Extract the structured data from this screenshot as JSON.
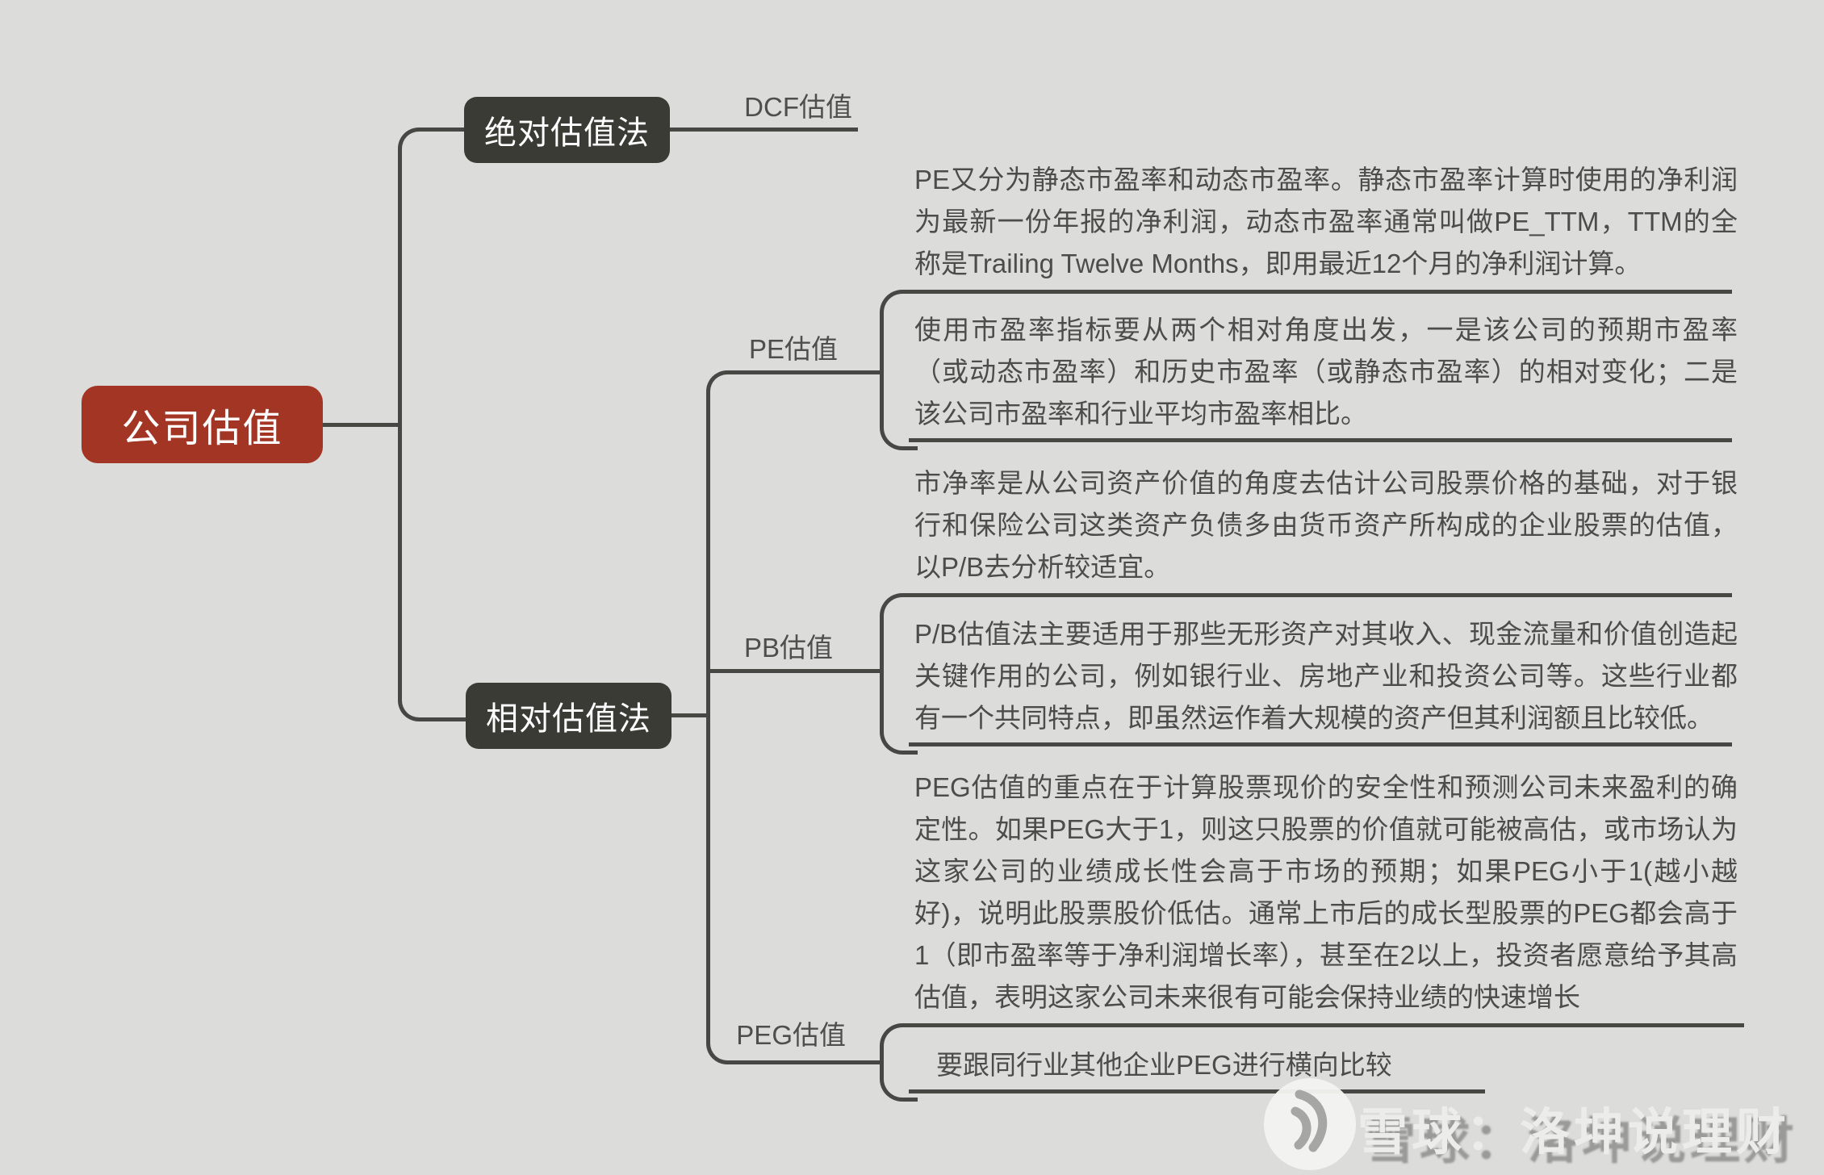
{
  "root": {
    "label": "公司估值"
  },
  "branches": {
    "absolute": {
      "label": "绝对估值法",
      "children": [
        {
          "label": "DCF估值",
          "notes": []
        }
      ]
    },
    "relative": {
      "label": "相对估值法",
      "children": [
        {
          "label": "PE估值",
          "notes": [
            "PE又分为静态市盈率和动态市盈率。静态市盈率计算时使用的净利润为最新一份年报的净利润，动态市盈率通常叫做PE_TTM，TTM的全称是Trailing Twelve Months，即用最近12个月的净利润计算。",
            "使用市盈率指标要从两个相对角度出发，一是该公司的预期市盈率（或动态市盈率）和历史市盈率（或静态市盈率）的相对变化；二是该公司市盈率和行业平均市盈率相比。"
          ]
        },
        {
          "label": "PB估值",
          "notes": [
            "市净率是从公司资产价值的角度去估计公司股票价格的基础，对于银行和保险公司这类资产负债多由货币资产所构成的企业股票的估值，以P/B去分析较适宜。",
            "P/B估值法主要适用于那些无形资产对其收入、现金流量和价值创造起关键作用的公司，例如银行业、房地产业和投资公司等。这些行业都有一个共同特点，即虽然运作着大规模的资产但其利润额且比较低。"
          ]
        },
        {
          "label": "PEG估值",
          "notes": [
            "PEG估值的重点在于计算股票现价的安全性和预测公司未来盈利的确定性。如果PEG大于1，则这只股票的价值就可能被高估，或市场认为这家公司的业绩成长性会高于市场的预期；如果PEG小于1(越小越好)，说明此股票股价低估。通常上市后的成长型股票的PEG都会高于1（即市盈率等于净利润增长率），甚至在2以上，投资者愿意给予其高估值，表明这家公司未来很有可能会保持业绩的快速增长",
            "要跟同行业其他企业PEG进行横向比较"
          ]
        }
      ]
    }
  },
  "watermark": {
    "text": "雪球：洛坤说理财",
    "logo": "xueqiu-snowball-logo"
  },
  "colors": {
    "background": "#dcdcdb",
    "root_node": "#a33524",
    "topic_node": "#3b3b36",
    "line": "#474744",
    "note_text": "#4c4c4a",
    "watermark_text": "#ececea"
  }
}
